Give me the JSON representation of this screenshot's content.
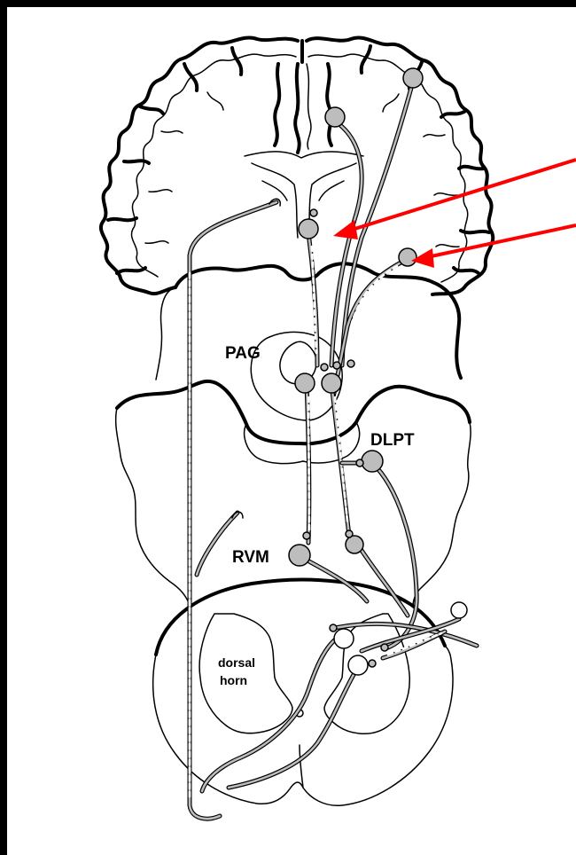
{
  "labels": {
    "pag": "PAG",
    "dlpt": "DLPT",
    "rvm": "RVM",
    "dorsal": "dorsal",
    "horn": "horn"
  },
  "colors": {
    "background": "#000000",
    "canvas": "#ffffff",
    "arrow": "#ff0000",
    "cell_fill": "#bdbdbd",
    "outline": "#000000"
  },
  "arrows": [
    {
      "name": "upper-red-arrow",
      "points_to": "cortical cell near midline"
    },
    {
      "name": "lower-red-arrow",
      "points_to": "lateral cortical cell"
    }
  ]
}
